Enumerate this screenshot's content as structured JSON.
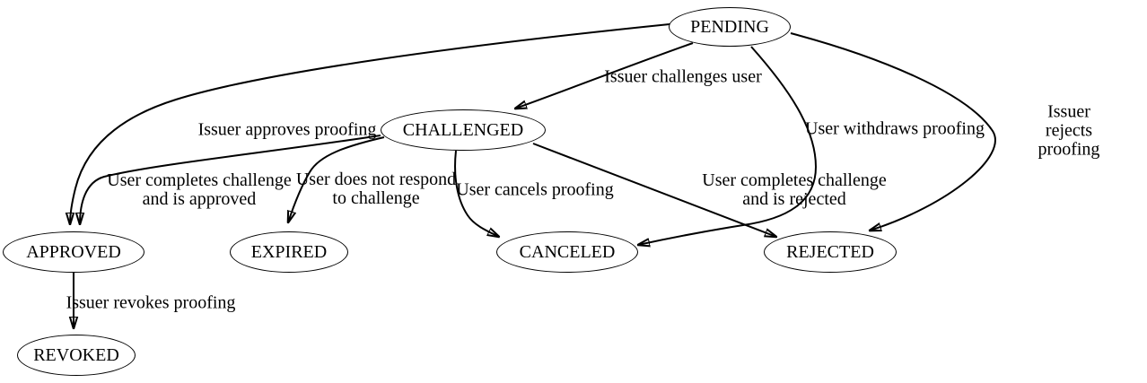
{
  "diagram": {
    "type": "state-machine",
    "background_color": "#ffffff",
    "stroke_color": "#000000",
    "nodes": [
      {
        "id": "pending",
        "label": "PENDING"
      },
      {
        "id": "challenged",
        "label": "CHALLENGED"
      },
      {
        "id": "approved",
        "label": "APPROVED"
      },
      {
        "id": "expired",
        "label": "EXPIRED"
      },
      {
        "id": "canceled",
        "label": "CANCELED"
      },
      {
        "id": "rejected",
        "label": "REJECTED"
      },
      {
        "id": "revoked",
        "label": "REVOKED"
      }
    ],
    "edges": [
      {
        "from": "PENDING",
        "to": "CHALLENGED",
        "label": "Issuer challenges user"
      },
      {
        "from": "PENDING",
        "to": "APPROVED",
        "label": "Issuer approves proofing"
      },
      {
        "from": "PENDING",
        "to": "CANCELED",
        "label": "User withdraws proofing"
      },
      {
        "from": "PENDING",
        "to": "REJECTED",
        "label": "Issuer rejects proofing"
      },
      {
        "from": "CHALLENGED",
        "to": "APPROVED",
        "label": "User completes challenge\nand is approved"
      },
      {
        "from": "CHALLENGED",
        "to": "EXPIRED",
        "label": "User does not respond\nto challenge"
      },
      {
        "from": "CHALLENGED",
        "to": "CANCELED",
        "label": "User cancels proofing"
      },
      {
        "from": "CHALLENGED",
        "to": "REJECTED",
        "label": "User completes challenge\nand is rejected"
      },
      {
        "from": "APPROVED",
        "to": "REVOKED",
        "label": "Issuer revokes proofing"
      }
    ]
  }
}
